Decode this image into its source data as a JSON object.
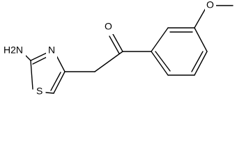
{
  "molecule": {
    "labels": {
      "amine": "H2N",
      "thiazole_n": "N",
      "thiazole_s": "S",
      "ketone_o": "O",
      "ether_o": "O"
    },
    "colors": {
      "bond": "#000000",
      "text": "#000000",
      "background": "#ffffff"
    }
  }
}
